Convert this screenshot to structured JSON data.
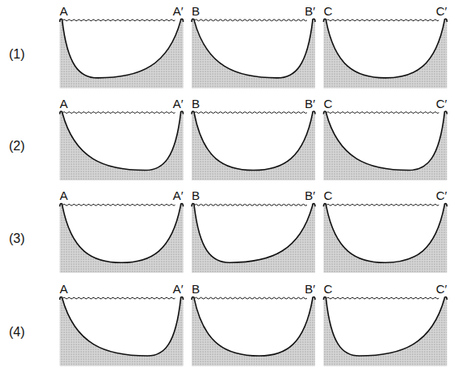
{
  "diagram": {
    "labels": [
      "(1)",
      "A",
      "A′",
      "B",
      "B′",
      "C",
      "C′",
      "(2)",
      "A",
      "A′",
      "B",
      "B′",
      "C",
      "C′",
      "(3)",
      "A",
      "A′",
      "B",
      "B′",
      "C",
      "C′",
      "(4)",
      "A",
      "A′",
      "B",
      "B′",
      "C",
      "C′"
    ]
  }
}
